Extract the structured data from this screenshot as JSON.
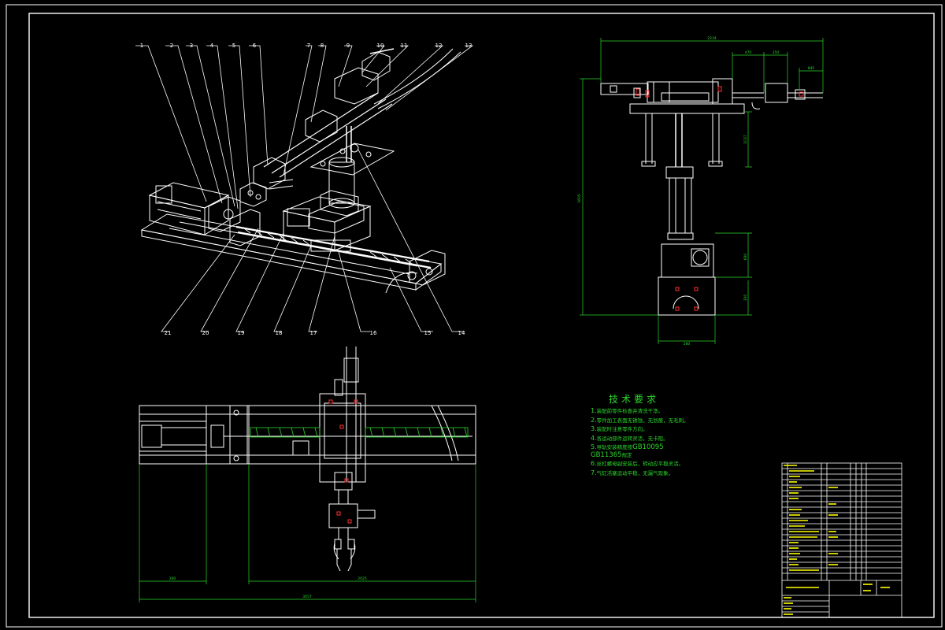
{
  "drawing": {
    "balloons": [
      "1",
      "2",
      "3",
      "4",
      "5",
      "6",
      "7",
      "8",
      "9",
      "10",
      "11",
      "12",
      "13",
      "14",
      "15",
      "16",
      "17",
      "18",
      "19",
      "20",
      "21"
    ],
    "side_view_dims": {
      "overall_width": "2234",
      "offset_a": "470",
      "offset_b": "350",
      "tip": "845",
      "overall_height": "1605",
      "column": "1037",
      "base_upper": "690",
      "base_lower": "350",
      "base_width": "280"
    },
    "top_view_dims": {
      "motor_length": "360",
      "rail_length": "2025",
      "total_length": "3057"
    },
    "technical_requirements": {
      "title": "技术要求",
      "items": [
        {
          "num": "1.",
          "text": "装配前零件检查并清洗干净。"
        },
        {
          "num": "2.",
          "text": "零件加工表面无锈蚀，无划痕，无毛刺。"
        },
        {
          "num": "3.",
          "text": "装配时注意零件方向。"
        },
        {
          "num": "4.",
          "text": "各运动部件运转灵活，无卡阻。"
        },
        {
          "num": "5.",
          "text": "导轨安装精度按",
          "code": "GB10095",
          "code2": "GB11365",
          "tail": "规定"
        },
        {
          "num": "6.",
          "text": "丝杠螺母副安装后，转动应平稳灵活。"
        },
        {
          "num": "7.",
          "text": "气缸活塞运动平稳，无漏气现象。"
        }
      ]
    },
    "colors": {
      "background": "#000000",
      "outline": "#ffffff",
      "dimension": "#2bd62b",
      "hidden": "#c8c8c8",
      "marker": "#ff3030",
      "title_text": "#ffff00"
    }
  }
}
